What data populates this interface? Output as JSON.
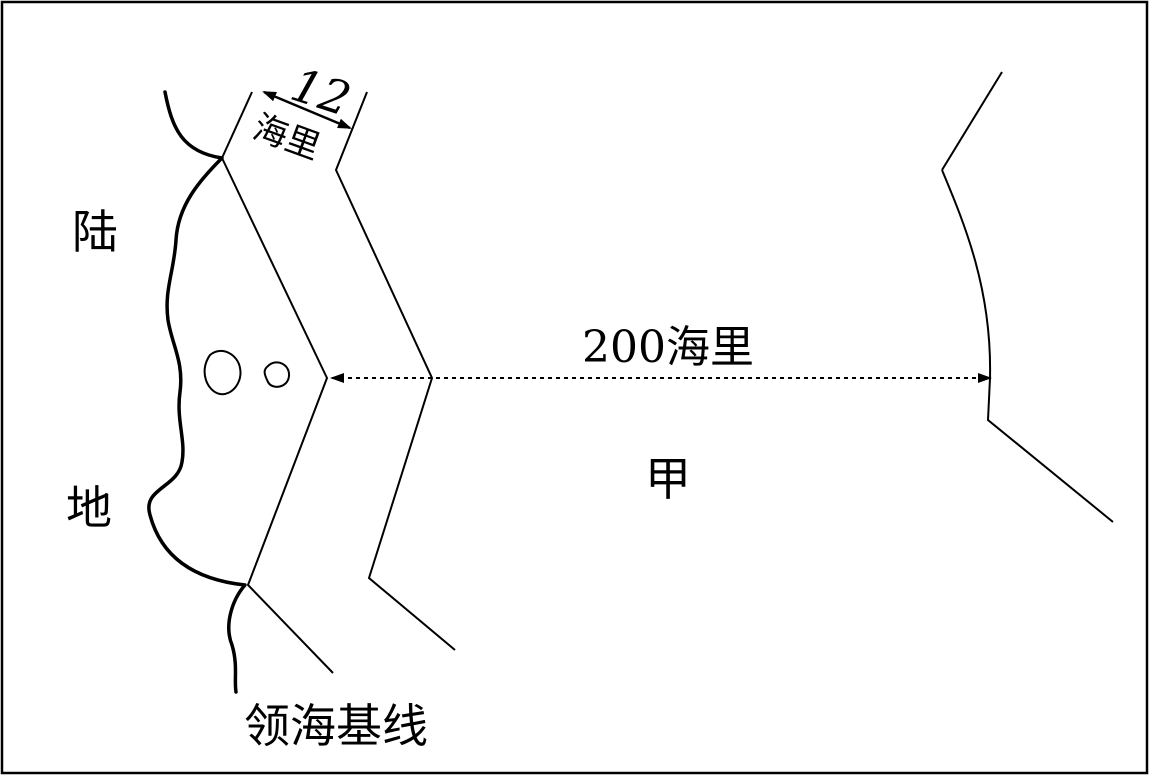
{
  "labels": {
    "land_char_1": "陆",
    "land_char_2": "地",
    "territorial_width_number": "12",
    "territorial_width_unit": "海里",
    "eez_width": "200海里",
    "region_label": "甲",
    "baseline_label": "领海基线"
  },
  "colors": {
    "ink": "#000000",
    "background": "#ffffff"
  }
}
